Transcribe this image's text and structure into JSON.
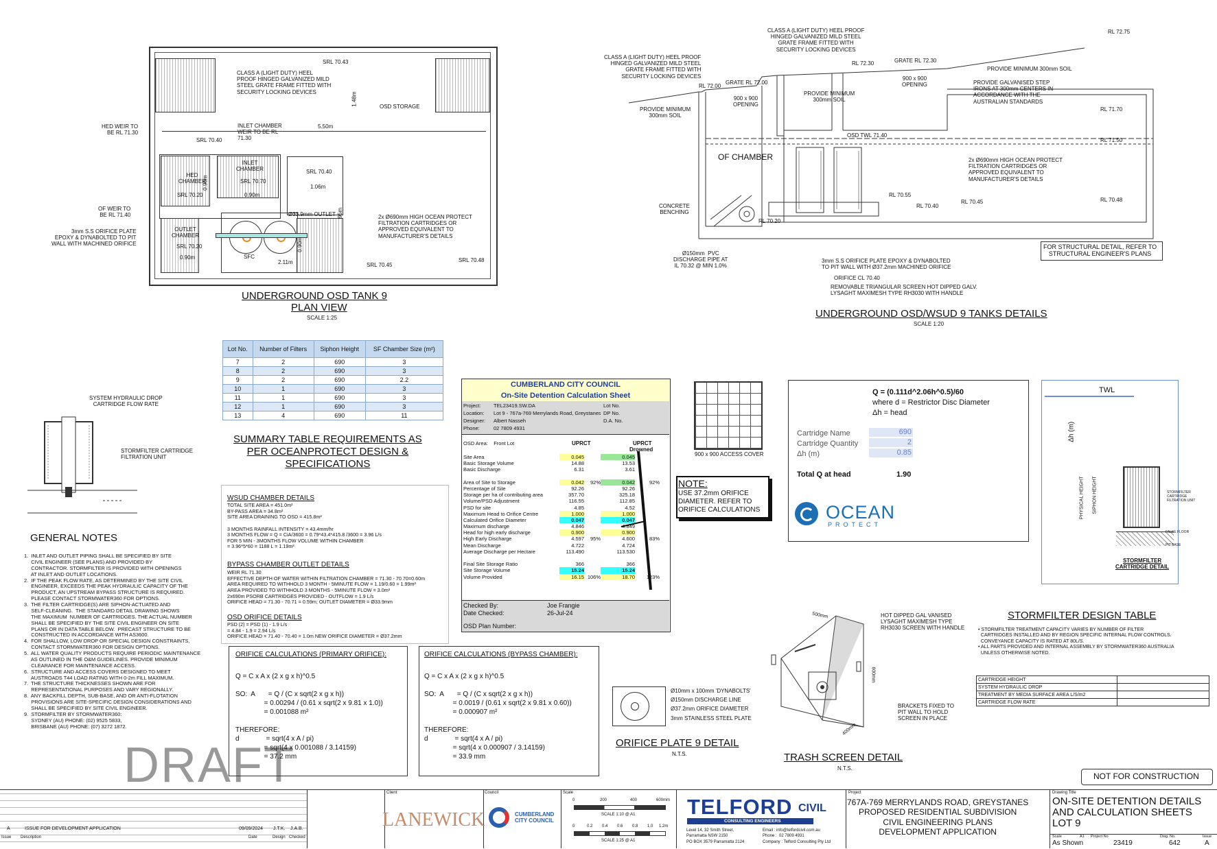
{
  "plan_view": {
    "title": "UNDERGROUND OSD TANK 9",
    "subtitle": "PLAN VIEW",
    "scale": "SCALE 1:25",
    "labels": {
      "class_a": "CLASS A (LIGHT DUTY) HEEL\nPROOF HINGED GALVANIZED MILD\nSTEEL GRATE FRAME FITTED WITH\nSECURITY LOCKING DEVICES",
      "osd_storage": "OSD STORAGE",
      "dim_148": "1.48m",
      "srl_7043": "SRL 70.43",
      "hed_weir": "HED WEIR TO\nBE RL 71.30",
      "inlet_weir": "INLET CHAMBER\nWEIR TO BE RL\n71.30",
      "dim_550": "5.50m",
      "srl_7040a": "SRL 70.40",
      "hed_chamber": "HED\nCHAMBER",
      "inlet_chamber": "INLET\nCHAMBER",
      "srl_7070": "SRL 70.70",
      "srl_7020a": "SRL 70.20",
      "dim_090a": "0.90m",
      "dim_090b": "0.90m",
      "dim_090c": "0.90m",
      "srl_7040b": "SRL 70.40",
      "dim_106": "1.06m",
      "outlet": "Ø33.9mm OUTLET",
      "dim_95": "95m",
      "of_weir": "OF WEIR TO\nBE RL 71.40",
      "orifice_plate": "3mm S.S ORIFICE PLATE\nEPOXY & DYNABOLTED TO PIT\nWALL WITH MACHINED ORIFICE",
      "outlet_chamber": "OUTLET\nCHAMBER",
      "srl_7020b": "SRL 70.20",
      "dim_090d": "0.90m",
      "sfc": "SFC",
      "dim_211": "2.11m",
      "srl_7045": "SRL 70.45",
      "srl_7048": "SRL 70.48",
      "cartridges": "2x Ø690mm HIGH OCEAN PROTECT\nFILTRATION CARTRIDGES OR\nAPPROVED EQUIVALENT TO\nMANUFACTURER'S DETAILS"
    }
  },
  "tank_details": {
    "title": "UNDERGROUND OSD/WSUD 9 TANKS DETAILS",
    "scale": "SCALE 1:20",
    "labels": {
      "class_a_top": "CLASS A (LIGHT DUTY) HEEL PROOF\nHINGED GALVANIZED MILD STEEL\nGRATE FRAME FITTED WITH\nSECURITY LOCKING DEVICES",
      "class_a_left": "CLASS A (LIGHT DUTY) HEEL PROOF\nHINGED GALVANIZED MILD STEEL\nGRATE FRAME FITTED WITH\nSECURITY LOCKING DEVICES",
      "rl_7275": "RL 72.75",
      "rl_7230": "RL 72.30",
      "grate_7230": "GRATE RL 72.30",
      "rl_7200": "RL 72.00",
      "grate_7200": "GRATE RL 72.00",
      "opening_a": "900 x 900\nOPENING",
      "opening_b": "900 x 900\nOPENING",
      "min_soil_a": "PROVIDE MINIMUM\n300mm SOIL",
      "min_soil_b": "PROVIDE MINIMUM\n300mm SOIL",
      "min_soil_c": "PROVIDE MINIMUM 300mm SOIL",
      "step_irons": "PROVIDE GALVANISED STEP\nIRONS AT 300mm CENTERS IN\nACCORDANCE WITH THE\nAUSTRALIAN STANDARDS",
      "rl_7170": "RL 71.70",
      "osd_twl": "OSD TWL 71.40",
      "rl_7150": "RL 71.50",
      "of_chamber": "OF CHAMBER",
      "cartridges": "2x Ø690mm HIGH OCEAN PROTECT\nFILTRATION CARTRIDGES OR\nAPPROVED EQUIVALENT TO\nMANUFACTURER'S DETAILS",
      "concrete": "CONCRETE\nBENCHING",
      "rl_7055": "RL 70.55",
      "rl_7040": "RL 70.40",
      "rl_7045": "RL 70.45",
      "rl_7048": "RL 70.48",
      "rl_7020": "RL 70.20",
      "pvc": "Ø150mm  PVC\nDISCHARGE PIPE AT\nIL 70.32 @ MIN 1.0%",
      "plate": "3mm S.S ORIFICE PLATE EPOXY & DYNABOLTED\nTO PIT WALL WITH Ø37.2mm MACHINED ORIFICE",
      "orifice_cl": "ORIFICE CL 70.40",
      "screen": "REMOVABLE TRIANGULAR SCREEN HOT DIPPED GALV.\nLYSAGHT MAXIMESH TYPE RH3030 WITH HANDLE",
      "structural": "FOR STRUCTURAL DETAIL, REFER TO\nSTRUCTURAL ENGINEER'S PLANS"
    }
  },
  "summary_table": {
    "headers": [
      "Lot No.",
      "Number of Filters",
      "Siphon Height",
      "SF Chamber Size (m²)"
    ],
    "rows": [
      [
        "7",
        "2",
        "690",
        "3"
      ],
      [
        "8",
        "2",
        "690",
        "3"
      ],
      [
        "9",
        "2",
        "690",
        "2.2"
      ],
      [
        "10",
        "1",
        "690",
        "3"
      ],
      [
        "11",
        "1",
        "690",
        "3"
      ],
      [
        "12",
        "1",
        "690",
        "3"
      ],
      [
        "13",
        "4",
        "690",
        "11"
      ]
    ],
    "title": "SUMMARY TABLE REQUIREMENTS AS\nPER OCEANPROTECT DESIGN &\nSPECIFICATIONS"
  },
  "cartridge_drop": {
    "label": "SYSTEM HYDRAULIC DROP\nCARTRIDGE FLOW RATE",
    "unit": "STORMFILTER CARTRIDGE\nFILTRATION UNIT"
  },
  "general_notes": {
    "title": "GENERAL NOTES",
    "text": "1.  INLET AND OUTLET PIPING SHALL BE SPECIFIED BY SITE\n     CIVIL ENGINEER (SEE PLANS) AND PROVIDED BY\n     CONTRACTOR. STORMFILTER IS PROVIDED WITH OPENINGS\n     AT INLET AND OUTLET LOCATIONS.\n2.  IF THE PEAK FLOW RATE, AS DETERMINED BY THE SITE CIVIL\n     ENGINEER, EXCEEDS THE PEAK HYDRAULIC CAPACITY OF THE\n     PRODUCT, AN UPSTREAM BYPASS STRUCTURE IS REQUIRED.\n     PLEASE CONTACT STORMWATER360 FOR OPTIONS.\n3.  THE FILTER CARTRIDGE(S) ARE SIPHON-ACTUATED AND\n     SELF-CLEANING.  THE STANDARD DETAIL DRAWING SHOWS\n     THE MAXIMUM  NUMBER OF CARTRIDGES. THE ACTUAL NUMBER\n     SHALL BE SPECIFIED BY THE SITE CIVIL ENGINEER ON SITE\n     PLANS OR IN DATA TABLE BELOW.  PRECAST STRUCTURE TO BE\n     CONSTRUCTED IN ACCORDANCE WITH AS3600.\n4.  FOR SHALLOW, LOW DROP OR SPECIAL DESIGN CONSTRAINTS,\n     CONTACT STORMWATER360 FOR DESIGN OPTIONS.\n5.  ALL WATER QUALITY PRODUCTS REQUIRE PERIODIC MAINTENANCE\n     AS OUTLINED IN THE O&M GUIDELINES. PROVIDE MINIMUM\n     CLEARANCE FOR MAINTENANCE ACCESS.\n6.  STRUCTURE AND ACCESS COVERS DESIGNED TO MEET\n     AUSTROADS T44 LOAD RATING WITH 0-2m FILL MAXIMUM.\n7.  THE STRUCTURE THICKNESSES SHOWN ARE FOR\n     REPRESENTATIONAL PURPOSES AND VARY REGIONALLY.\n8.  ANY BACKFILL DEPTH, SUB-BASE, AND OR ANTI-FLOTATION\n     PROVISIONS ARE SITE-SPECIFIC DESIGN CONSIDERATIONS AND\n     SHALL BE SPECIFIED BY SITE CIVIL ENGINEER.\n9.  STORMFILTER BY STORMWATER360:\n     SYDNEY (AU) PHONE: (02) 9525 5833,\n     BRISBANE (AU) PHONE: (07) 3272 1872."
  },
  "wsud": {
    "title1": "WSUD CHAMBER DETAILS",
    "text1": "TOTAL SITE AREA = 451.0m²\nBY-PASS AREA = 34.8m²\nSITE AREA DRAINING TO OSD = 415.8m²\n\n3 MONTHS RAINFALL INTENSITY = 43.4mm/hr\n3 MONTHS FLOW = Q = CiA/3600 = 0.79*43.4*415.8 /3600 = 3.96 L/s\nFOR 5 MIN - 3MONTHS FLOW VOLUME WITHIN CHAMBER\n= 3.96*5*60 = 1188 L = 1.19m³",
    "title2": "BYPASS CHAMBER OUTLET DETAILS",
    "text2": "WEIR RL 71.30\nEFFECTIVE DEPTH OF WATER WITHIN FILTRATION CHAMBER = 71.30 - 70.70=0.60m\nAREA REQUIRED TO WITHHOLD 3 MONTH - 5MINUTE FLOW = 1.19/0.60 = 1.99m²\nAREA PROVIDED TO WITHHOLD 3 MONTHS - 5MINUTE FLOW = 3.0m²\n2x690m PSORB CARTRIDGES PROVIDED - OUTFLOW = 1.9 L/s\nORIFICE HEAD = 71.30 - 70.71 = 0.59m; OUTLET DIAMETER = Ø33.9mm",
    "title3": "OSD ORIFICE DETAILS",
    "text3": "PSD (2) = PSD (1) - 1.9 L/s\n= 4.84 - 1.9 = 2.94 L/s\nORIFICE HEAD = 71.40 - 70.40 = 1.0m NEW ORIFICE DIAMETER = Ø37.2mm"
  },
  "calc_primary": {
    "title": "ORIFICE CALCULATIONS (PRIMARY ORIFICE):",
    "text": "Q = C x A x (2 x g x h)^0.5\n\nSO:  A       = Q / (C x sqrt(2 x g x h))\n               = 0.00294 / (0.61 x sqrt(2 x 9.81 x 1.0))\n               = 0.001088 m²\n\nTHEREFORE:\nd              = sqrt(4 x A / pi)\n               = sqrt(4 x 0.001088 / 3.14159)\n               = 37.2 mm"
  },
  "calc_bypass": {
    "title": "ORIFICE CALCULATIONS (BYPASS CHAMBER):",
    "text": "Q = C x A x (2 x g x h)^0.5\n\nSO:  A       = Q / (C x sqrt(2 x g x h))\n               = 0.0019 / (0.61 x sqrt(2 x 9.81 x 0.60))\n               = 0.000907 m²\n\nTHEREFORE:\nd              = sqrt(4 x A / pi)\n               = sqrt(4 x 0.000907 / 3.14159)\n               = 33.9 mm"
  },
  "osd_sheet": {
    "council": "CUMBERLAND CITY COUNCIL",
    "sheet": "On-Site Detention Calculation Sheet",
    "project_lbl": "Project:",
    "project": "TEL23419.SW.DA",
    "location_lbl": "Location:",
    "location": "Lot 9 - 767a-769 Merrylands Road, Greystanes",
    "designer_lbl": "Designer:",
    "designer": "Albert Nasseh",
    "phone_lbl": "Phone:",
    "phone": "02 7809 4931",
    "lot_lbl": "Lot No.",
    "dp_lbl": "DP No.",
    "da_lbl": "D.A. No.",
    "osd_area_lbl": "OSD Area:",
    "osd_area": "Front Lot",
    "col1": "UPRCT",
    "col2": "UPRCT",
    "col2b": "Drowned",
    "rows": [
      [
        "Site Area",
        "0.045",
        "",
        "0.045",
        ""
      ],
      [
        "Basic Storage Volume",
        "14.88",
        "",
        "13.53",
        ""
      ],
      [
        "Basic Discharge",
        "6.31",
        "",
        "3.61",
        ""
      ],
      [
        "",
        "",
        "",
        "",
        ""
      ],
      [
        "Area of Site to Storage",
        "0.042",
        "92%",
        "0.042",
        "92%"
      ],
      [
        "Percentage of Site",
        "92.26",
        "",
        "92.26",
        ""
      ],
      [
        "Storage per ha of contributing area",
        "357.70",
        "",
        "325.18",
        ""
      ],
      [
        "Volume/PSD Adjustment",
        "116.55",
        "",
        "112.85",
        ""
      ],
      [
        "PSD for site",
        "4.85",
        "",
        "4.52",
        ""
      ],
      [
        "Maximum Head to Orifice Centre",
        "1.000",
        "",
        "1.000",
        ""
      ],
      [
        "Calculated Orifice Diameter",
        "0.047",
        "",
        "0.047",
        ""
      ],
      [
        "Maximum discharge",
        "4.846",
        "",
        "4.849",
        ""
      ],
      [
        "Head for high early discharge",
        "0.900",
        "",
        "0.900",
        ""
      ],
      [
        "High Early Discharge",
        "4.597",
        "95%",
        "4.600",
        "83%"
      ],
      [
        "Mean Discharge",
        "4.722",
        "",
        "4.724",
        ""
      ],
      [
        "Average Discharge per Hectare",
        "113.490",
        "",
        "113.530",
        ""
      ],
      [
        "",
        "",
        "",
        "",
        ""
      ],
      [
        "Final Site Storage Ratio",
        "366",
        "",
        "366",
        ""
      ],
      [
        "Site Storage Volume",
        "15.24",
        "",
        "15.24",
        ""
      ],
      [
        "Volume Provided",
        "16.15",
        "106%",
        "18.70",
        "123%"
      ]
    ],
    "checked_lbl": "Checked By:",
    "checked": "Joe Frangie",
    "date_lbl": "Date Checked:",
    "date": "26-Jul-24",
    "plan_lbl": "OSD Plan Number:"
  },
  "note": {
    "title": "NOTE:",
    "text": "USE 37.2mm ORIFICE\nDIAMETER. REFER TO\nORIFICE CALCULATIONS"
  },
  "access_cover": "900 x 900 ACCESS COVER",
  "formula_box": {
    "formula": "Q = (0.111d^2.06h^0.5)/60",
    "where": "where d = Restrictor Disc Diameter",
    "dh": "Δh = head",
    "name_lbl": "Cartridge Name",
    "name": "690",
    "qty_lbl": "Cartridge Quantity",
    "qty": "2",
    "dh_lbl": "Δh (m)",
    "dh_val": "0.85",
    "total_lbl": "Total Q at head",
    "total": "1.90",
    "brand": "OCEAN",
    "brand_sub": "PROTECT"
  },
  "cartridge_detail": {
    "twl": "TWL",
    "dh": "Δh (m)",
    "phys": "PHYSICAL HEIGHT",
    "siphon": "SIPHON HEIGHT",
    "unit": "STORMFILTER\nCARTRIDGE\nFILTRATION UNIT",
    "false_floor": "FALSE FLOOR",
    "pit_base": "PIT BASE",
    "title": "STORMFILTER\nCARTRIDGE DETAIL"
  },
  "design_table": {
    "title": "STORMFILTER DESIGN TABLE",
    "notes": "• STORMFILTER TREATMENT CAPACITY VARIES BY NUMBER OF FILTER\n  CARTRIDGES INSTALLED AND BY REGION SPECIFIC INTERNAL FLOW CONTROLS.\n  CONVEYANCE CAPACITY IS RATED AT 80L/S.\n• ALL PARTS PROVIDED AND INTERNAL ASSEMBLY BY STORMWATER360 AUSTRALIA\n  UNLESS OTHERWISE NOTED.",
    "rows": [
      "CARTRIDGE HEIGHT",
      "SYSTEM HYDRAULIC DROP",
      "TREATMENT BY MEDIA SURFACE AREA L/S/m2",
      "CARTRIDGE FLOW RATE"
    ]
  },
  "orifice_plate": {
    "title": "ORIFICE PLATE 9 DETAIL",
    "scale": "N.T.S.",
    "l1": "Ø10mm x 100mm 'DYNABOLTS'",
    "l2": "Ø150mm DISCHARGE LINE",
    "l3": "Ø37.2mm ORIFICE DIAMETER",
    "l4": "3mm STAINLESS STEEL PLATE"
  },
  "trash_screen": {
    "title": "TRASH SCREEN DETAIL",
    "scale": "N.T.S.",
    "hot": "HOT DIPPED GAL VANISED\nLYSAGHT MAXIMESH TYPE\nRH3030 SCREEN WITH HANDLE",
    "brackets": "BRACKETS FIXED TO\nPIT WALL TO HOLD\nSCREEN IN PLACE",
    "d500": "500mm",
    "d600": "600mm",
    "d400": "400mm"
  },
  "draft": "DRAFT",
  "not_for_construction": "NOT FOR CONSTRUCTION",
  "title_block": {
    "rev": "A",
    "desc": "ISSUE FOR DEVELOPMENT APPLICATION",
    "rev_date": "09/09/2024",
    "design": "J.T.K.",
    "checked": "J.A.B.",
    "h_issue": "Issue",
    "h_desc": "Description",
    "h_date": "Date",
    "h_design": "Design",
    "h_checked": "Checked",
    "client_lbl": "Client",
    "client": "LANEWICK",
    "council_lbl": "Council",
    "council": "CUMBERLAND\nCITY COUNCIL",
    "scale_lbl": "Scale",
    "scale_a": "SCALE 1:10 @ A1",
    "scale_b": "SCALE 1:25 @ A1",
    "sa0": "0",
    "sa1": "200",
    "sa2": "400",
    "sa3": "600mm",
    "sb0": "0",
    "sb1": "0.2",
    "sb2": "0.4",
    "sb3": "0.6",
    "sb4": "0.8",
    "sb5": "1.0",
    "sb6": "1.2m",
    "firm": "TELFORD",
    "firm2": "CIVIL",
    "firm_sub": "CONSULTING ENGINEERS",
    "addr": "Level 14, 32 Smith Street,\nParramatta NSW 2150\nPO BOX 3579 Parramatta 2124",
    "contact": "Email : info@telfordcivil.com.au\nPhone :  02 7809 4931\nCompany : Telford Consulting Pty Ltd",
    "project_lbl": "Project",
    "project": "767A-769 MERRYLANDS ROAD, GREYSTANES\nPROPOSED RESIDENTIAL SUBDIVISION\nCIVIL ENGINEERING PLANS\nDEVELOPMENT APPLICATION",
    "drawing_lbl": "Drawing Title",
    "drawing": "ON-SITE DETENTION DETAILS\nAND CALCULATION SHEETS\nLOT 9",
    "sc_lbl": "Scale",
    "sc_a1": "A1",
    "sc": "As Shown",
    "proj_no_lbl": "Project No",
    "proj_no": "23419",
    "dwg_no_lbl": "Dwg. No.",
    "dwg_no": "642",
    "issue_lbl": "Issue",
    "issue": "A"
  },
  "colors": {
    "green_hatch": "#8fd18a",
    "cyan": "#33ffff",
    "yellow": "#ffff99",
    "ocean_blue": "#1c6fb4",
    "telford_blue": "#1c3f94",
    "cumberland_blue": "#2b5fb0"
  }
}
